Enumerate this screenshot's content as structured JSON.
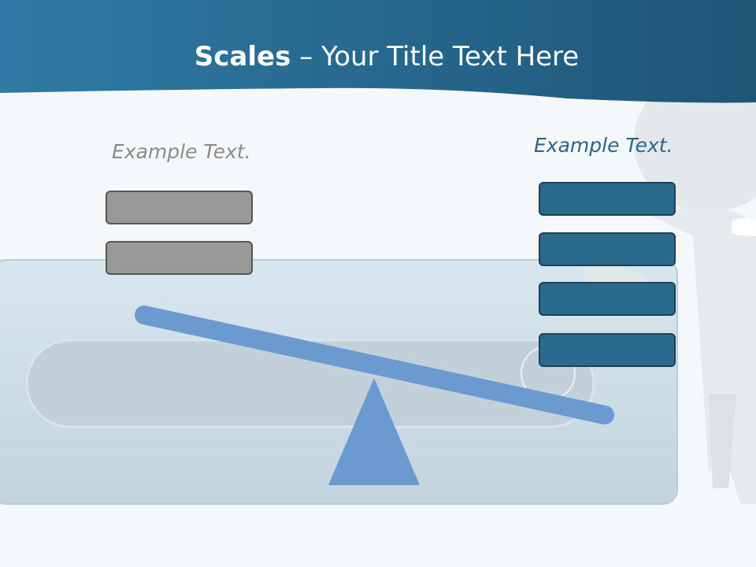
{
  "slide": {
    "title_bold": "Scales",
    "title_rest": " – Your Title Text Here",
    "left_caption": "Example Text.",
    "right_caption": "Example Text."
  },
  "colors": {
    "header": "#2a6d92",
    "beam": "#6a9ad0",
    "left_boxes": "#999999",
    "right_boxes": "#2a6a8d"
  },
  "left_stack": {
    "count": 2
  },
  "right_stack": {
    "count": 4
  }
}
